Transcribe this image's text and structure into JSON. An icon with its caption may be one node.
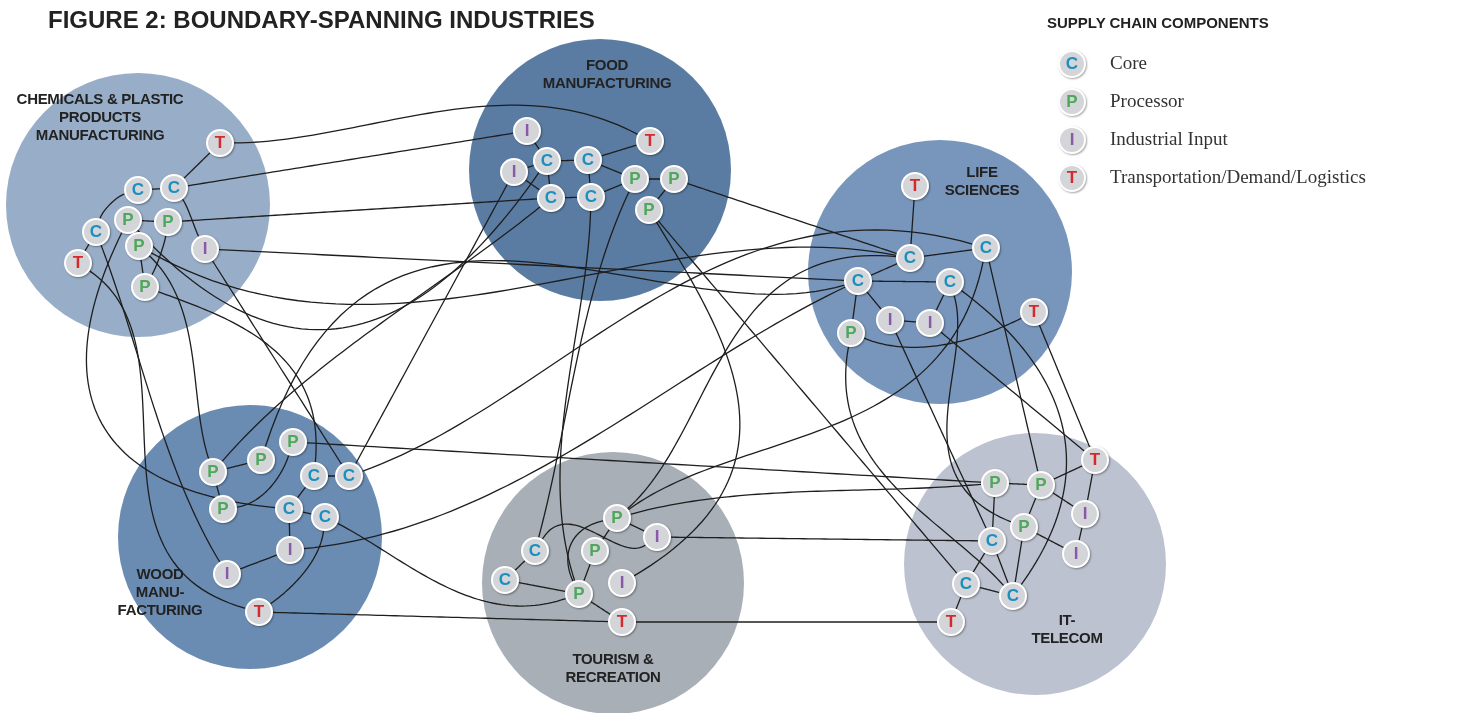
{
  "diagram": {
    "title": "FIGURE 2: BOUNDARY-SPANNING INDUSTRIES",
    "nodes": [
      {
        "text": [
          "CHEMICALS & PLASTIC PRODUCTS MANUFACTURING"
        ]
      },
      {
        "text": [
          "FOOD MANUFACTURING"
        ]
      },
      {
        "text": [
          "LIFE SCIENCES"
        ]
      },
      {
        "text": [
          "WOOD MANU- FACTURING"
        ]
      },
      {
        "text": [
          "TOURISM & RECREATION"
        ]
      },
      {
        "text": [
          "IT- TELECOM"
        ]
      },
      {
        "text": [
          "T"
        ],
        "in": 0
      },
      {
        "text": [
          "C"
        ],
        "in": 0
      },
      {
        "text": [
          "C"
        ],
        "in": 0
      },
      {
        "text": [
          "P"
        ],
        "in": 0
      },
      {
        "text": [
          "P"
        ],
        "in": 0
      },
      {
        "text": [
          "C"
        ],
        "in": 0
      },
      {
        "text": [
          "P"
        ],
        "in": 0
      },
      {
        "text": [
          "I"
        ],
        "in": 0
      },
      {
        "text": [
          "T"
        ],
        "in": 0
      },
      {
        "text": [
          "P"
        ],
        "in": 0
      },
      {
        "text": [
          "I"
        ],
        "in": 1
      },
      {
        "text": [
          "T"
        ],
        "in": 1
      },
      {
        "text": [
          "C"
        ],
        "in": 1
      },
      {
        "text": [
          "C"
        ],
        "in": 1
      },
      {
        "text": [
          "I"
        ],
        "in": 1
      },
      {
        "text": [
          "P"
        ],
        "in": 1
      },
      {
        "text": [
          "P"
        ],
        "in": 1
      },
      {
        "text": [
          "C"
        ],
        "in": 1
      },
      {
        "text": [
          "C"
        ],
        "in": 1
      },
      {
        "text": [
          "P"
        ],
        "in": 1
      },
      {
        "text": [
          "T"
        ],
        "in": 2
      },
      {
        "text": [
          "C"
        ],
        "in": 2
      },
      {
        "text": [
          "C"
        ],
        "in": 2
      },
      {
        "text": [
          "C"
        ],
        "in": 2
      },
      {
        "text": [
          "C"
        ],
        "in": 2
      },
      {
        "text": [
          "I"
        ],
        "in": 2
      },
      {
        "text": [
          "I"
        ],
        "in": 2
      },
      {
        "text": [
          "P"
        ],
        "in": 2
      },
      {
        "text": [
          "T"
        ],
        "in": 2
      },
      {
        "text": [
          "P"
        ],
        "in": 3
      },
      {
        "text": [
          "P"
        ],
        "in": 3
      },
      {
        "text": [
          "P"
        ],
        "in": 3
      },
      {
        "text": [
          "C"
        ],
        "in": 3
      },
      {
        "text": [
          "C"
        ],
        "in": 3
      },
      {
        "text": [
          "P"
        ],
        "in": 3
      },
      {
        "text": [
          "C"
        ],
        "in": 3
      },
      {
        "text": [
          "C"
        ],
        "in": 3
      },
      {
        "text": [
          "I"
        ],
        "in": 3
      },
      {
        "text": [
          "I"
        ],
        "in": 3
      },
      {
        "text": [
          "T"
        ],
        "in": 3
      },
      {
        "text": [
          "P"
        ],
        "in": 4
      },
      {
        "text": [
          "I"
        ],
        "in": 4
      },
      {
        "text": [
          "C"
        ],
        "in": 4
      },
      {
        "text": [
          "P"
        ],
        "in": 4
      },
      {
        "text": [
          "C"
        ],
        "in": 4
      },
      {
        "text": [
          "I"
        ],
        "in": 4
      },
      {
        "text": [
          "P"
        ],
        "in": 4
      },
      {
        "text": [
          "T"
        ],
        "in": 4
      },
      {
        "text": [
          "T"
        ],
        "in": 5
      },
      {
        "text": [
          "P"
        ],
        "in": 5
      },
      {
        "text": [
          "P"
        ],
        "in": 5
      },
      {
        "text": [
          "I"
        ],
        "in": 5
      },
      {
        "text": [
          "P"
        ],
        "in": 5
      },
      {
        "text": [
          "C"
        ],
        "in": 5
      },
      {
        "text": [
          "I"
        ],
        "in": 5
      },
      {
        "text": [
          "C"
        ],
        "in": 5
      },
      {
        "text": [
          "C"
        ],
        "in": 5
      },
      {
        "text": [
          "T"
        ],
        "in": 5
      }
    ],
    "edges": [
      {
        "from": 6,
        "to": 8,
        "arrow": "none"
      },
      {
        "from": 7,
        "to": 8,
        "arrow": "none"
      },
      {
        "from": 7,
        "to": 11,
        "arrow": "none"
      },
      {
        "from": 11,
        "to": 14,
        "arrow": "none"
      },
      {
        "from": 9,
        "to": 10,
        "arrow": "none"
      },
      {
        "from": 12,
        "to": 15,
        "arrow": "none"
      },
      {
        "from": 10,
        "to": 15,
        "arrow": "none"
      },
      {
        "from": 8,
        "to": 13,
        "arrow": "none"
      },
      {
        "from": 6,
        "to": 17,
        "arrow": "none"
      },
      {
        "from": 8,
        "to": 16,
        "arrow": "none"
      },
      {
        "from": 9,
        "to": 18,
        "arrow": "none"
      },
      {
        "from": 10,
        "to": 23,
        "arrow": "none"
      },
      {
        "from": 12,
        "to": 28,
        "arrow": "none"
      },
      {
        "from": 13,
        "to": 29,
        "arrow": "none"
      },
      {
        "from": 14,
        "to": 45,
        "arrow": "none"
      },
      {
        "from": 11,
        "to": 44,
        "arrow": "none"
      },
      {
        "from": 9,
        "to": 41,
        "arrow": "none"
      },
      {
        "from": 12,
        "to": 37,
        "arrow": "none"
      },
      {
        "from": 15,
        "to": 38,
        "arrow": "none"
      },
      {
        "from": 13,
        "to": 39,
        "arrow": "none"
      },
      {
        "from": 16,
        "to": 18,
        "arrow": "none"
      },
      {
        "from": 20,
        "to": 18,
        "arrow": "none"
      },
      {
        "from": 20,
        "to": 23,
        "arrow": "none"
      },
      {
        "from": 18,
        "to": 19,
        "arrow": "none"
      },
      {
        "from": 18,
        "to": 23,
        "arrow": "none"
      },
      {
        "from": 19,
        "to": 24,
        "arrow": "none"
      },
      {
        "from": 19,
        "to": 21,
        "arrow": "none"
      },
      {
        "from": 19,
        "to": 17,
        "arrow": "none"
      },
      {
        "from": 24,
        "to": 21,
        "arrow": "none"
      },
      {
        "from": 21,
        "to": 22,
        "arrow": "none"
      },
      {
        "from": 22,
        "to": 25,
        "arrow": "none"
      },
      {
        "from": 23,
        "to": 24,
        "arrow": "none"
      },
      {
        "from": 23,
        "to": 37,
        "arrow": "none"
      },
      {
        "from": 20,
        "to": 39,
        "arrow": "none"
      },
      {
        "from": 22,
        "to": 28,
        "arrow": "none"
      },
      {
        "from": 25,
        "to": 51,
        "arrow": "none"
      },
      {
        "from": 25,
        "to": 61,
        "arrow": "none"
      },
      {
        "from": 24,
        "to": 52,
        "arrow": "none"
      },
      {
        "from": 21,
        "to": 48,
        "arrow": "none"
      },
      {
        "from": 26,
        "to": 28,
        "arrow": "none"
      },
      {
        "from": 28,
        "to": 27,
        "arrow": "none"
      },
      {
        "from": 28,
        "to": 29,
        "arrow": "none"
      },
      {
        "from": 29,
        "to": 30,
        "arrow": "none"
      },
      {
        "from": 30,
        "to": 32,
        "arrow": "none"
      },
      {
        "from": 29,
        "to": 31,
        "arrow": "none"
      },
      {
        "from": 29,
        "to": 33,
        "arrow": "none"
      },
      {
        "from": 31,
        "to": 32,
        "arrow": "none"
      },
      {
        "from": 33,
        "to": 34,
        "arrow": "none"
      },
      {
        "from": 28,
        "to": 46,
        "arrow": "none"
      },
      {
        "from": 27,
        "to": 46,
        "arrow": "none"
      },
      {
        "from": 29,
        "to": 36,
        "arrow": "none"
      },
      {
        "from": 35,
        "to": 55,
        "arrow": "none"
      },
      {
        "from": 39,
        "to": 27,
        "arrow": "none"
      },
      {
        "from": 43,
        "to": 29,
        "arrow": "none"
      },
      {
        "from": 42,
        "to": 52,
        "arrow": "none"
      },
      {
        "from": 45,
        "to": 53,
        "arrow": "none"
      },
      {
        "from": 36,
        "to": 37,
        "arrow": "none"
      },
      {
        "from": 37,
        "to": 40,
        "arrow": "none"
      },
      {
        "from": 35,
        "to": 40,
        "arrow": "none"
      },
      {
        "from": 38,
        "to": 41,
        "arrow": "none"
      },
      {
        "from": 38,
        "to": 39,
        "arrow": "none"
      },
      {
        "from": 41,
        "to": 42,
        "arrow": "none"
      },
      {
        "from": 41,
        "to": 43,
        "arrow": "none"
      },
      {
        "from": 43,
        "to": 44,
        "arrow": "none"
      },
      {
        "from": 42,
        "to": 45,
        "arrow": "none"
      },
      {
        "from": 48,
        "to": 50,
        "arrow": "none"
      },
      {
        "from": 50,
        "to": 52,
        "arrow": "none"
      },
      {
        "from": 52,
        "to": 49,
        "arrow": "none"
      },
      {
        "from": 49,
        "to": 46,
        "arrow": "none"
      },
      {
        "from": 46,
        "to": 47,
        "arrow": "none"
      },
      {
        "from": 52,
        "to": 53,
        "arrow": "none"
      },
      {
        "from": 46,
        "to": 52,
        "arrow": "none"
      },
      {
        "from": 48,
        "to": 47,
        "arrow": "none"
      },
      {
        "from": 47,
        "to": 59,
        "arrow": "none"
      },
      {
        "from": 53,
        "to": 63,
        "arrow": "none"
      },
      {
        "from": 46,
        "to": 55,
        "arrow": "none"
      },
      {
        "from": 55,
        "to": 56,
        "arrow": "none"
      },
      {
        "from": 56,
        "to": 54,
        "arrow": "none"
      },
      {
        "from": 56,
        "to": 57,
        "arrow": "none"
      },
      {
        "from": 54,
        "to": 57,
        "arrow": "none"
      },
      {
        "from": 57,
        "to": 60,
        "arrow": "none"
      },
      {
        "from": 55,
        "to": 59,
        "arrow": "none"
      },
      {
        "from": 56,
        "to": 58,
        "arrow": "none"
      },
      {
        "from": 58,
        "to": 60,
        "arrow": "none"
      },
      {
        "from": 58,
        "to": 62,
        "arrow": "none"
      },
      {
        "from": 59,
        "to": 61,
        "arrow": "none"
      },
      {
        "from": 59,
        "to": 62,
        "arrow": "none"
      },
      {
        "from": 61,
        "to": 62,
        "arrow": "none"
      },
      {
        "from": 61,
        "to": 63,
        "arrow": "none"
      },
      {
        "from": 34,
        "to": 54,
        "arrow": "none"
      },
      {
        "from": 32,
        "to": 54,
        "arrow": "none"
      },
      {
        "from": 27,
        "to": 56,
        "arrow": "none"
      },
      {
        "from": 30,
        "to": 58,
        "arrow": "none"
      },
      {
        "from": 31,
        "to": 59,
        "arrow": "none"
      },
      {
        "from": 33,
        "to": 62,
        "arrow": "none"
      },
      {
        "from": 30,
        "to": 62,
        "arrow": "none"
      }
    ],
    "labels": [
      "SUPPLY CHAIN COMPONENTS",
      "C",
      "P",
      "I",
      "T"
    ],
    "legend": [
      {
        "text": "Core",
        "color": "#1a8fc0"
      },
      {
        "text": "Processor",
        "color": "#4ea85c"
      },
      {
        "text": "Industrial Input",
        "color": "#8a58a8"
      },
      {
        "text": "Transportation/Demand/Logistics",
        "color": "#d42a2e"
      }
    ]
  }
}
